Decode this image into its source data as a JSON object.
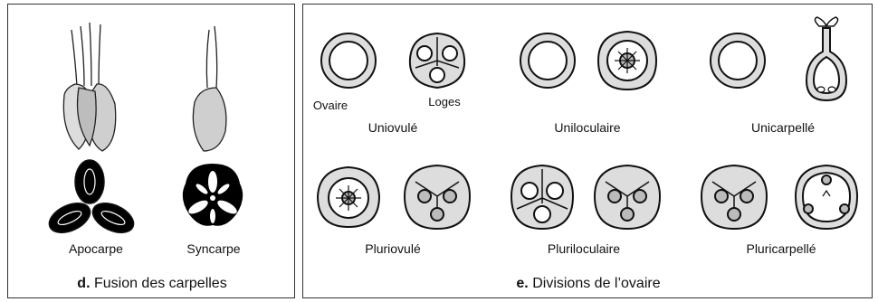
{
  "panel_d": {
    "caption_letter": "d.",
    "caption_text": "Fusion des carpelles",
    "labels": {
      "apocarpe": "Apocarpe",
      "syncarpe": "Syncarpe"
    }
  },
  "panel_e": {
    "caption_letter": "e.",
    "caption_text": "Divisions de l’ovaire",
    "annotations": {
      "ovaire": "Ovaire",
      "loges": "Loges"
    },
    "row1": [
      "Uniovulé",
      "Uniloculaire",
      "Unicarpellé"
    ],
    "row2": [
      "Pluriovulé",
      "Pluriloculaire",
      "Pluricarpellé"
    ]
  }
}
